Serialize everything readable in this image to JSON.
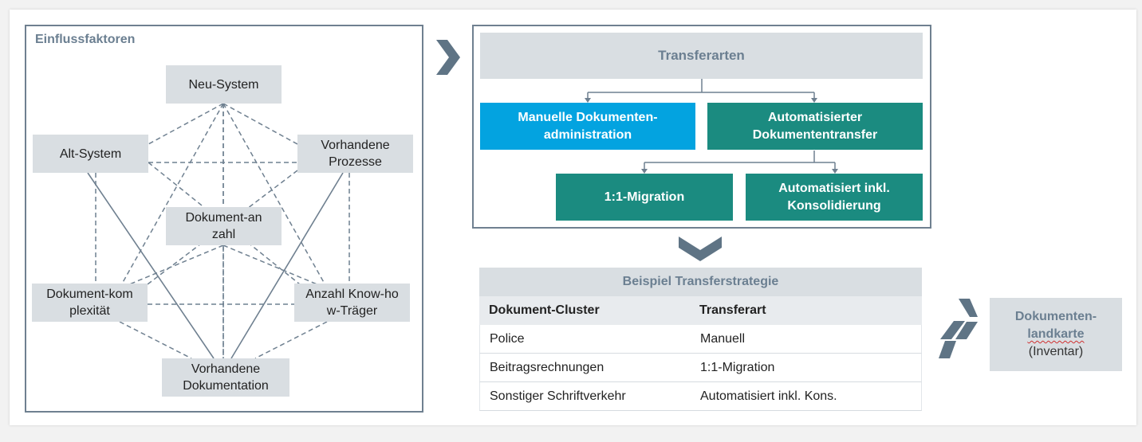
{
  "left_panel": {
    "title": "Einflussfaktoren",
    "nodes": [
      {
        "id": "neu",
        "label": "Neu-System"
      },
      {
        "id": "alt",
        "label": "Alt-System"
      },
      {
        "id": "proz",
        "label": "Vorhandene Prozesse"
      },
      {
        "id": "anzahl",
        "label": "Dokument-anzahl"
      },
      {
        "id": "komplex",
        "label": "Dokument-komplexität"
      },
      {
        "id": "know",
        "label": "Anzahl Know-how-Träger"
      },
      {
        "id": "doku",
        "label": "Vorhandene Dokumentation"
      }
    ]
  },
  "transfer_panel": {
    "title": "Transferarten",
    "manual": "Manuelle Dokumenten-administration",
    "auto": "Automatisierter Dokumententransfer",
    "migration": "1:1-Migration",
    "konsolidierung": "Automatisiert inkl. Konsolidierung"
  },
  "strategy_table": {
    "title": "Beispiel Transferstrategie",
    "headers": [
      "Dokument-Cluster",
      "Transferart"
    ],
    "rows": [
      [
        "Police",
        "Manuell"
      ],
      [
        "Beitragsrechnungen",
        "1:1-Migration"
      ],
      [
        "Sonstiger Schriftverkehr",
        "Automatisiert inkl. Kons."
      ]
    ]
  },
  "side_box": {
    "line1": "Dokumenten-",
    "line2": "landkarte",
    "line3": "(Inventar)"
  },
  "colors": {
    "frame": "#6f8090",
    "node_bg": "#d9dee2",
    "blue": "#03a3e0",
    "teal": "#1b8b80",
    "chevron": "#5f7485"
  },
  "icons": [
    "chevron-right-icon",
    "chevron-down-icon",
    "double-arrow-icon"
  ]
}
